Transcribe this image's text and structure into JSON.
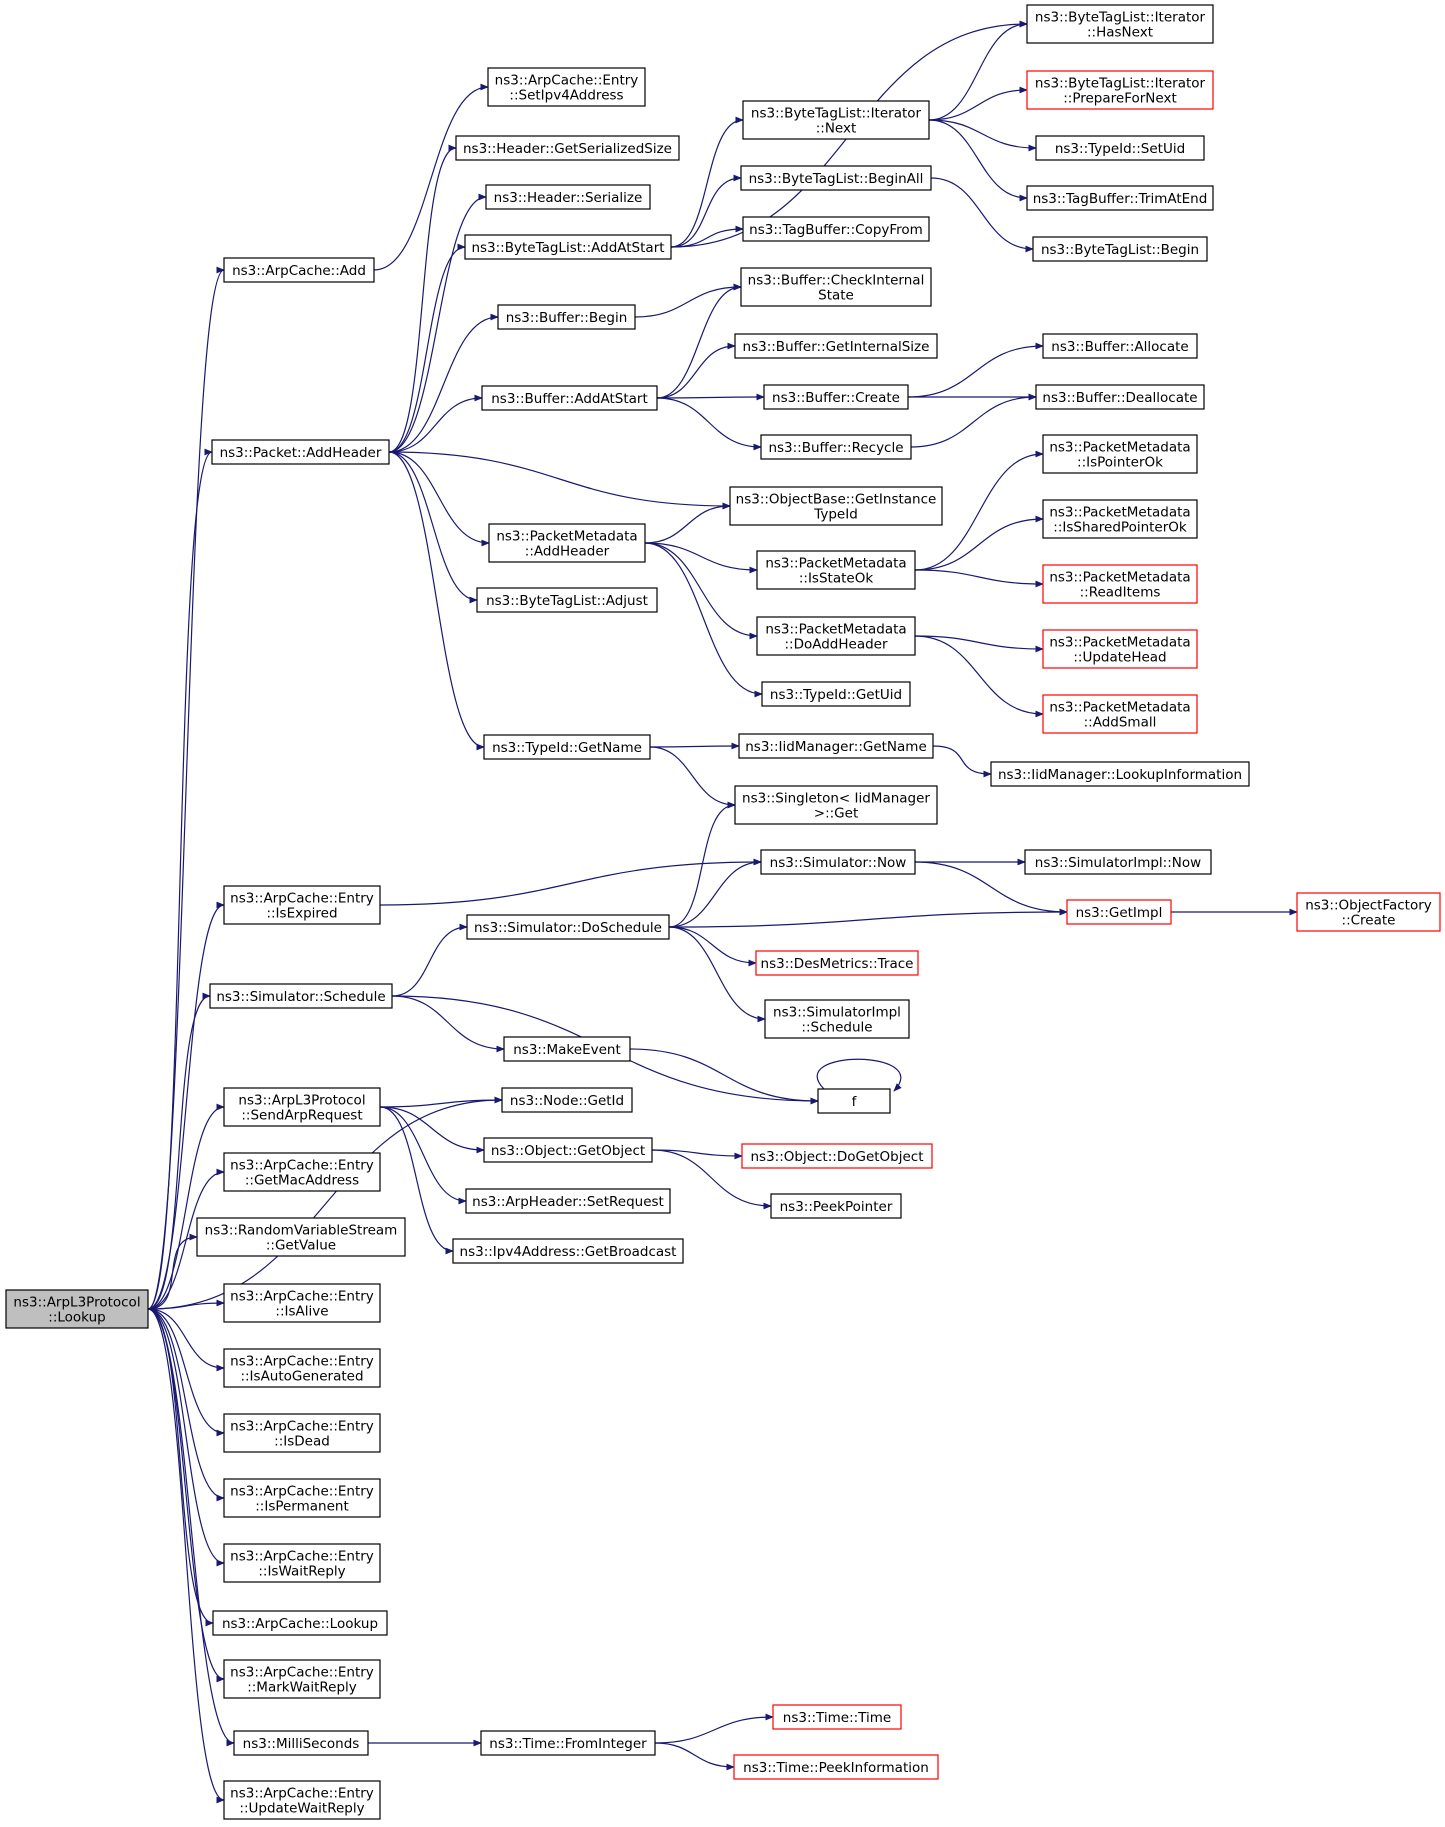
{
  "graph": {
    "nodes": [
      {
        "id": "root",
        "lines": [
          "ns3::ArpL3Protocol",
          "::Lookup"
        ],
        "red": false,
        "root": true
      },
      {
        "id": "cacheAdd",
        "lines": [
          "ns3::ArpCache::Add"
        ],
        "red": false
      },
      {
        "id": "setIpv4",
        "lines": [
          "ns3::ArpCache::Entry",
          "::SetIpv4Address"
        ],
        "red": false
      },
      {
        "id": "addHeader",
        "lines": [
          "ns3::Packet::AddHeader"
        ],
        "red": false
      },
      {
        "id": "hdrGetSize",
        "lines": [
          "ns3::Header::GetSerializedSize"
        ],
        "red": false
      },
      {
        "id": "hdrSerialize",
        "lines": [
          "ns3::Header::Serialize"
        ],
        "red": false
      },
      {
        "id": "btlAddAtStart",
        "lines": [
          "ns3::ByteTagList::AddAtStart"
        ],
        "red": false
      },
      {
        "id": "bufBegin",
        "lines": [
          "ns3::Buffer::Begin"
        ],
        "red": false
      },
      {
        "id": "bufAddAtStart",
        "lines": [
          "ns3::Buffer::AddAtStart"
        ],
        "red": false
      },
      {
        "id": "pmAddHeader",
        "lines": [
          "ns3::PacketMetadata",
          "::AddHeader"
        ],
        "red": false
      },
      {
        "id": "btlAdjust",
        "lines": [
          "ns3::ByteTagList::Adjust"
        ],
        "red": false
      },
      {
        "id": "tidGetName",
        "lines": [
          "ns3::TypeId::GetName"
        ],
        "red": false
      },
      {
        "id": "itNext",
        "lines": [
          "ns3::ByteTagList::Iterator",
          "::Next"
        ],
        "red": false
      },
      {
        "id": "btlBeginAll",
        "lines": [
          "ns3::ByteTagList::BeginAll"
        ],
        "red": false
      },
      {
        "id": "tbCopyFrom",
        "lines": [
          "ns3::TagBuffer::CopyFrom"
        ],
        "red": false
      },
      {
        "id": "bufCheck",
        "lines": [
          "ns3::Buffer::CheckInternal",
          "State"
        ],
        "red": false
      },
      {
        "id": "bufGetSize",
        "lines": [
          "ns3::Buffer::GetInternalSize"
        ],
        "red": false
      },
      {
        "id": "bufCreate",
        "lines": [
          "ns3::Buffer::Create"
        ],
        "red": false
      },
      {
        "id": "bufRecycle",
        "lines": [
          "ns3::Buffer::Recycle"
        ],
        "red": false
      },
      {
        "id": "obGetTid",
        "lines": [
          "ns3::ObjectBase::GetInstance",
          "TypeId"
        ],
        "red": false
      },
      {
        "id": "pmIsStateOk",
        "lines": [
          "ns3::PacketMetadata",
          "::IsStateOk"
        ],
        "red": false
      },
      {
        "id": "pmDoAdd",
        "lines": [
          "ns3::PacketMetadata",
          "::DoAddHeader"
        ],
        "red": false
      },
      {
        "id": "tidGetUid",
        "lines": [
          "ns3::TypeId::GetUid"
        ],
        "red": false
      },
      {
        "id": "iidGetName",
        "lines": [
          "ns3::IidManager::GetName"
        ],
        "red": false
      },
      {
        "id": "singletonGet",
        "lines": [
          "ns3::Singleton< IidManager",
          ">::Get"
        ],
        "red": false
      },
      {
        "id": "itHasNext",
        "lines": [
          "ns3::ByteTagList::Iterator",
          "::HasNext"
        ],
        "red": false
      },
      {
        "id": "itPrepare",
        "lines": [
          "ns3::ByteTagList::Iterator",
          "::PrepareForNext"
        ],
        "red": true
      },
      {
        "id": "tidSetUid",
        "lines": [
          "ns3::TypeId::SetUid"
        ],
        "red": false
      },
      {
        "id": "tbTrim",
        "lines": [
          "ns3::TagBuffer::TrimAtEnd"
        ],
        "red": false
      },
      {
        "id": "btlBegin",
        "lines": [
          "ns3::ByteTagList::Begin"
        ],
        "red": false
      },
      {
        "id": "bufAllocate",
        "lines": [
          "ns3::Buffer::Allocate"
        ],
        "red": false
      },
      {
        "id": "bufDealloc",
        "lines": [
          "ns3::Buffer::Deallocate"
        ],
        "red": false
      },
      {
        "id": "pmIsPtrOk",
        "lines": [
          "ns3::PacketMetadata",
          "::IsPointerOk"
        ],
        "red": false
      },
      {
        "id": "pmIsShared",
        "lines": [
          "ns3::PacketMetadata",
          "::IsSharedPointerOk"
        ],
        "red": false
      },
      {
        "id": "pmReadItems",
        "lines": [
          "ns3::PacketMetadata",
          "::ReadItems"
        ],
        "red": true
      },
      {
        "id": "pmUpdateHead",
        "lines": [
          "ns3::PacketMetadata",
          "::UpdateHead"
        ],
        "red": true
      },
      {
        "id": "pmAddSmall",
        "lines": [
          "ns3::PacketMetadata",
          "::AddSmall"
        ],
        "red": true
      },
      {
        "id": "iidLookup",
        "lines": [
          "ns3::IidManager::LookupInformation"
        ],
        "red": false
      },
      {
        "id": "entryIsExpired",
        "lines": [
          "ns3::ArpCache::Entry",
          "::IsExpired"
        ],
        "red": false
      },
      {
        "id": "simNow",
        "lines": [
          "ns3::Simulator::Now"
        ],
        "red": false
      },
      {
        "id": "simImplNow",
        "lines": [
          "ns3::SimulatorImpl::Now"
        ],
        "red": false
      },
      {
        "id": "simDoSchedule",
        "lines": [
          "ns3::Simulator::DoSchedule"
        ],
        "red": false
      },
      {
        "id": "getImpl",
        "lines": [
          "ns3::GetImpl"
        ],
        "red": true
      },
      {
        "id": "ofCreate",
        "lines": [
          "ns3::ObjectFactory",
          "::Create"
        ],
        "red": true
      },
      {
        "id": "desTrace",
        "lines": [
          "ns3::DesMetrics::Trace"
        ],
        "red": true
      },
      {
        "id": "simImplSchedule",
        "lines": [
          "ns3::SimulatorImpl",
          "::Schedule"
        ],
        "red": false
      },
      {
        "id": "simSchedule",
        "lines": [
          "ns3::Simulator::Schedule"
        ],
        "red": false
      },
      {
        "id": "makeEvent",
        "lines": [
          "ns3::MakeEvent"
        ],
        "red": false
      },
      {
        "id": "f",
        "lines": [
          "f"
        ],
        "red": false
      },
      {
        "id": "sendArp",
        "lines": [
          "ns3::ArpL3Protocol",
          "::SendArpRequest"
        ],
        "red": false
      },
      {
        "id": "nodeGetId",
        "lines": [
          "ns3::Node::GetId"
        ],
        "red": false
      },
      {
        "id": "objGetObject",
        "lines": [
          "ns3::Object::GetObject"
        ],
        "red": false
      },
      {
        "id": "objDoGetObject",
        "lines": [
          "ns3::Object::DoGetObject"
        ],
        "red": true
      },
      {
        "id": "peekPointer",
        "lines": [
          "ns3::PeekPointer"
        ],
        "red": false
      },
      {
        "id": "arpSetRequest",
        "lines": [
          "ns3::ArpHeader::SetRequest"
        ],
        "red": false
      },
      {
        "id": "ipv4Broadcast",
        "lines": [
          "ns3::Ipv4Address::GetBroadcast"
        ],
        "red": false
      },
      {
        "id": "getMac",
        "lines": [
          "ns3::ArpCache::Entry",
          "::GetMacAddress"
        ],
        "red": false
      },
      {
        "id": "rvsGetValue",
        "lines": [
          "ns3::RandomVariableStream",
          "::GetValue"
        ],
        "red": false
      },
      {
        "id": "isAlive",
        "lines": [
          "ns3::ArpCache::Entry",
          "::IsAlive"
        ],
        "red": false
      },
      {
        "id": "isAutoGen",
        "lines": [
          "ns3::ArpCache::Entry",
          "::IsAutoGenerated"
        ],
        "red": false
      },
      {
        "id": "isDead",
        "lines": [
          "ns3::ArpCache::Entry",
          "::IsDead"
        ],
        "red": false
      },
      {
        "id": "isPermanent",
        "lines": [
          "ns3::ArpCache::Entry",
          "::IsPermanent"
        ],
        "red": false
      },
      {
        "id": "isWaitReply",
        "lines": [
          "ns3::ArpCache::Entry",
          "::IsWaitReply"
        ],
        "red": false
      },
      {
        "id": "cacheLookup",
        "lines": [
          "ns3::ArpCache::Lookup"
        ],
        "red": false
      },
      {
        "id": "markWait",
        "lines": [
          "ns3::ArpCache::Entry",
          "::MarkWaitReply"
        ],
        "red": false
      },
      {
        "id": "milliSeconds",
        "lines": [
          "ns3::MilliSeconds"
        ],
        "red": false
      },
      {
        "id": "fromInteger",
        "lines": [
          "ns3::Time::FromInteger"
        ],
        "red": false
      },
      {
        "id": "timeTime",
        "lines": [
          "ns3::Time::Time"
        ],
        "red": true
      },
      {
        "id": "peekInfo",
        "lines": [
          "ns3::Time::PeekInformation"
        ],
        "red": true
      },
      {
        "id": "updateWait",
        "lines": [
          "ns3::ArpCache::Entry",
          "::UpdateWaitReply"
        ],
        "red": false
      }
    ],
    "edges": [
      [
        "root",
        "cacheAdd"
      ],
      [
        "root",
        "addHeader"
      ],
      [
        "root",
        "entryIsExpired"
      ],
      [
        "root",
        "simSchedule"
      ],
      [
        "root",
        "nodeGetId"
      ],
      [
        "root",
        "sendArp"
      ],
      [
        "root",
        "getMac"
      ],
      [
        "root",
        "rvsGetValue"
      ],
      [
        "root",
        "isAlive"
      ],
      [
        "root",
        "isAutoGen"
      ],
      [
        "root",
        "isDead"
      ],
      [
        "root",
        "isPermanent"
      ],
      [
        "root",
        "isWaitReply"
      ],
      [
        "root",
        "cacheLookup"
      ],
      [
        "root",
        "markWait"
      ],
      [
        "root",
        "milliSeconds"
      ],
      [
        "root",
        "updateWait"
      ],
      [
        "cacheAdd",
        "setIpv4"
      ],
      [
        "addHeader",
        "hdrGetSize"
      ],
      [
        "addHeader",
        "hdrSerialize"
      ],
      [
        "addHeader",
        "btlAddAtStart"
      ],
      [
        "addHeader",
        "bufBegin"
      ],
      [
        "addHeader",
        "bufAddAtStart"
      ],
      [
        "addHeader",
        "obGetTid"
      ],
      [
        "addHeader",
        "pmAddHeader"
      ],
      [
        "addHeader",
        "btlAdjust"
      ],
      [
        "addHeader",
        "tidGetName"
      ],
      [
        "btlAddAtStart",
        "itHasNext"
      ],
      [
        "btlAddAtStart",
        "itNext"
      ],
      [
        "btlAddAtStart",
        "btlBeginAll"
      ],
      [
        "btlAddAtStart",
        "tbCopyFrom"
      ],
      [
        "itNext",
        "itHasNext"
      ],
      [
        "itNext",
        "itPrepare"
      ],
      [
        "itNext",
        "tidSetUid"
      ],
      [
        "itNext",
        "tbTrim"
      ],
      [
        "btlBeginAll",
        "btlBegin"
      ],
      [
        "bufBegin",
        "bufCheck"
      ],
      [
        "bufAddAtStart",
        "bufCheck"
      ],
      [
        "bufAddAtStart",
        "bufGetSize"
      ],
      [
        "bufAddAtStart",
        "bufCreate"
      ],
      [
        "bufAddAtStart",
        "bufRecycle"
      ],
      [
        "bufCreate",
        "bufAllocate"
      ],
      [
        "bufCreate",
        "bufDealloc"
      ],
      [
        "bufRecycle",
        "bufDealloc"
      ],
      [
        "pmAddHeader",
        "obGetTid"
      ],
      [
        "pmAddHeader",
        "pmIsStateOk"
      ],
      [
        "pmAddHeader",
        "pmDoAdd"
      ],
      [
        "pmAddHeader",
        "tidGetUid"
      ],
      [
        "pmIsStateOk",
        "pmIsPtrOk"
      ],
      [
        "pmIsStateOk",
        "pmIsShared"
      ],
      [
        "pmIsStateOk",
        "pmReadItems"
      ],
      [
        "pmDoAdd",
        "pmUpdateHead"
      ],
      [
        "pmDoAdd",
        "pmAddSmall"
      ],
      [
        "tidGetName",
        "iidGetName"
      ],
      [
        "tidGetName",
        "singletonGet"
      ],
      [
        "iidGetName",
        "iidLookup"
      ],
      [
        "entryIsExpired",
        "simNow"
      ],
      [
        "simNow",
        "simImplNow"
      ],
      [
        "simNow",
        "getImpl"
      ],
      [
        "getImpl",
        "ofCreate"
      ],
      [
        "simDoSchedule",
        "singletonGet"
      ],
      [
        "simDoSchedule",
        "simNow"
      ],
      [
        "simDoSchedule",
        "getImpl"
      ],
      [
        "simDoSchedule",
        "desTrace"
      ],
      [
        "simDoSchedule",
        "simImplSchedule"
      ],
      [
        "simSchedule",
        "simDoSchedule"
      ],
      [
        "simSchedule",
        "makeEvent"
      ],
      [
        "simSchedule",
        "f"
      ],
      [
        "makeEvent",
        "f"
      ],
      [
        "f",
        "f"
      ],
      [
        "sendArp",
        "nodeGetId"
      ],
      [
        "sendArp",
        "objGetObject"
      ],
      [
        "sendArp",
        "arpSetRequest"
      ],
      [
        "sendArp",
        "ipv4Broadcast"
      ],
      [
        "objGetObject",
        "objDoGetObject"
      ],
      [
        "objGetObject",
        "peekPointer"
      ],
      [
        "milliSeconds",
        "fromInteger"
      ],
      [
        "fromInteger",
        "timeTime"
      ],
      [
        "fromInteger",
        "peekInfo"
      ]
    ]
  }
}
